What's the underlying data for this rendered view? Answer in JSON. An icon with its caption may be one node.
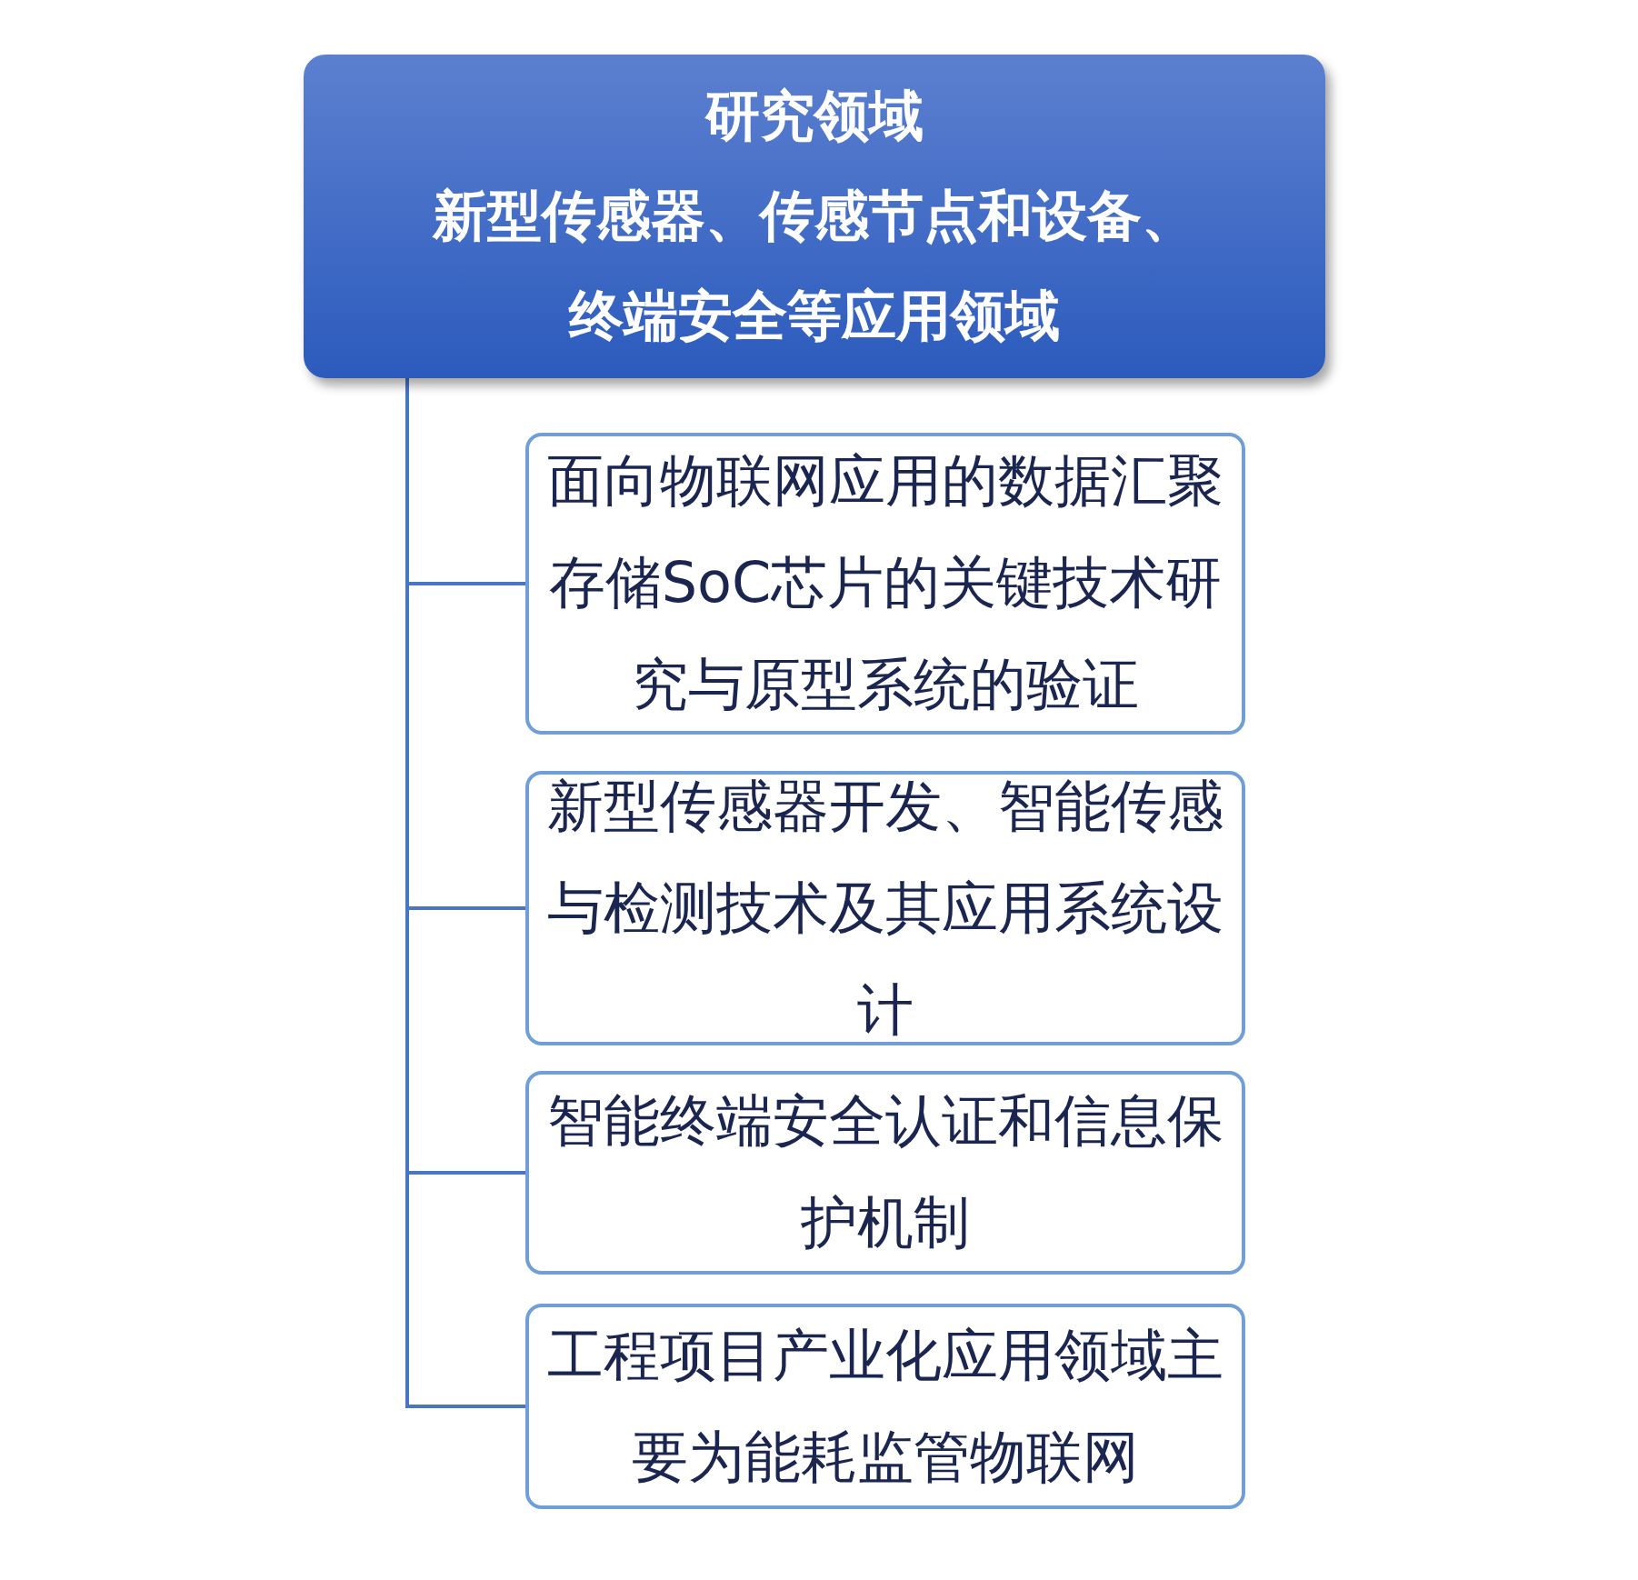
{
  "diagram": {
    "nodes": [
      {
        "text": [
          "研究领域",
          "新型传感器、传感节点和设备、终端安全等应用领域"
        ]
      },
      {
        "text": [
          "面向物联网应用的数据汇聚存储SoC芯片的关键技术研究与原型系统的验证"
        ]
      },
      {
        "text": [
          "新型传感器开发、智能传感与检测技术及其应用系统设计"
        ]
      },
      {
        "text": [
          "智能终端安全认证和信息保护机制"
        ]
      },
      {
        "text": [
          "工程项目产业化应用领域主要为能耗监管物联网"
        ]
      }
    ],
    "edges": [
      {
        "from": 0,
        "to": 1,
        "arrow": "none"
      },
      {
        "from": 0,
        "to": 2,
        "arrow": "none"
      },
      {
        "from": 0,
        "to": 3,
        "arrow": "none"
      },
      {
        "from": 0,
        "to": 4,
        "arrow": "none"
      }
    ]
  }
}
